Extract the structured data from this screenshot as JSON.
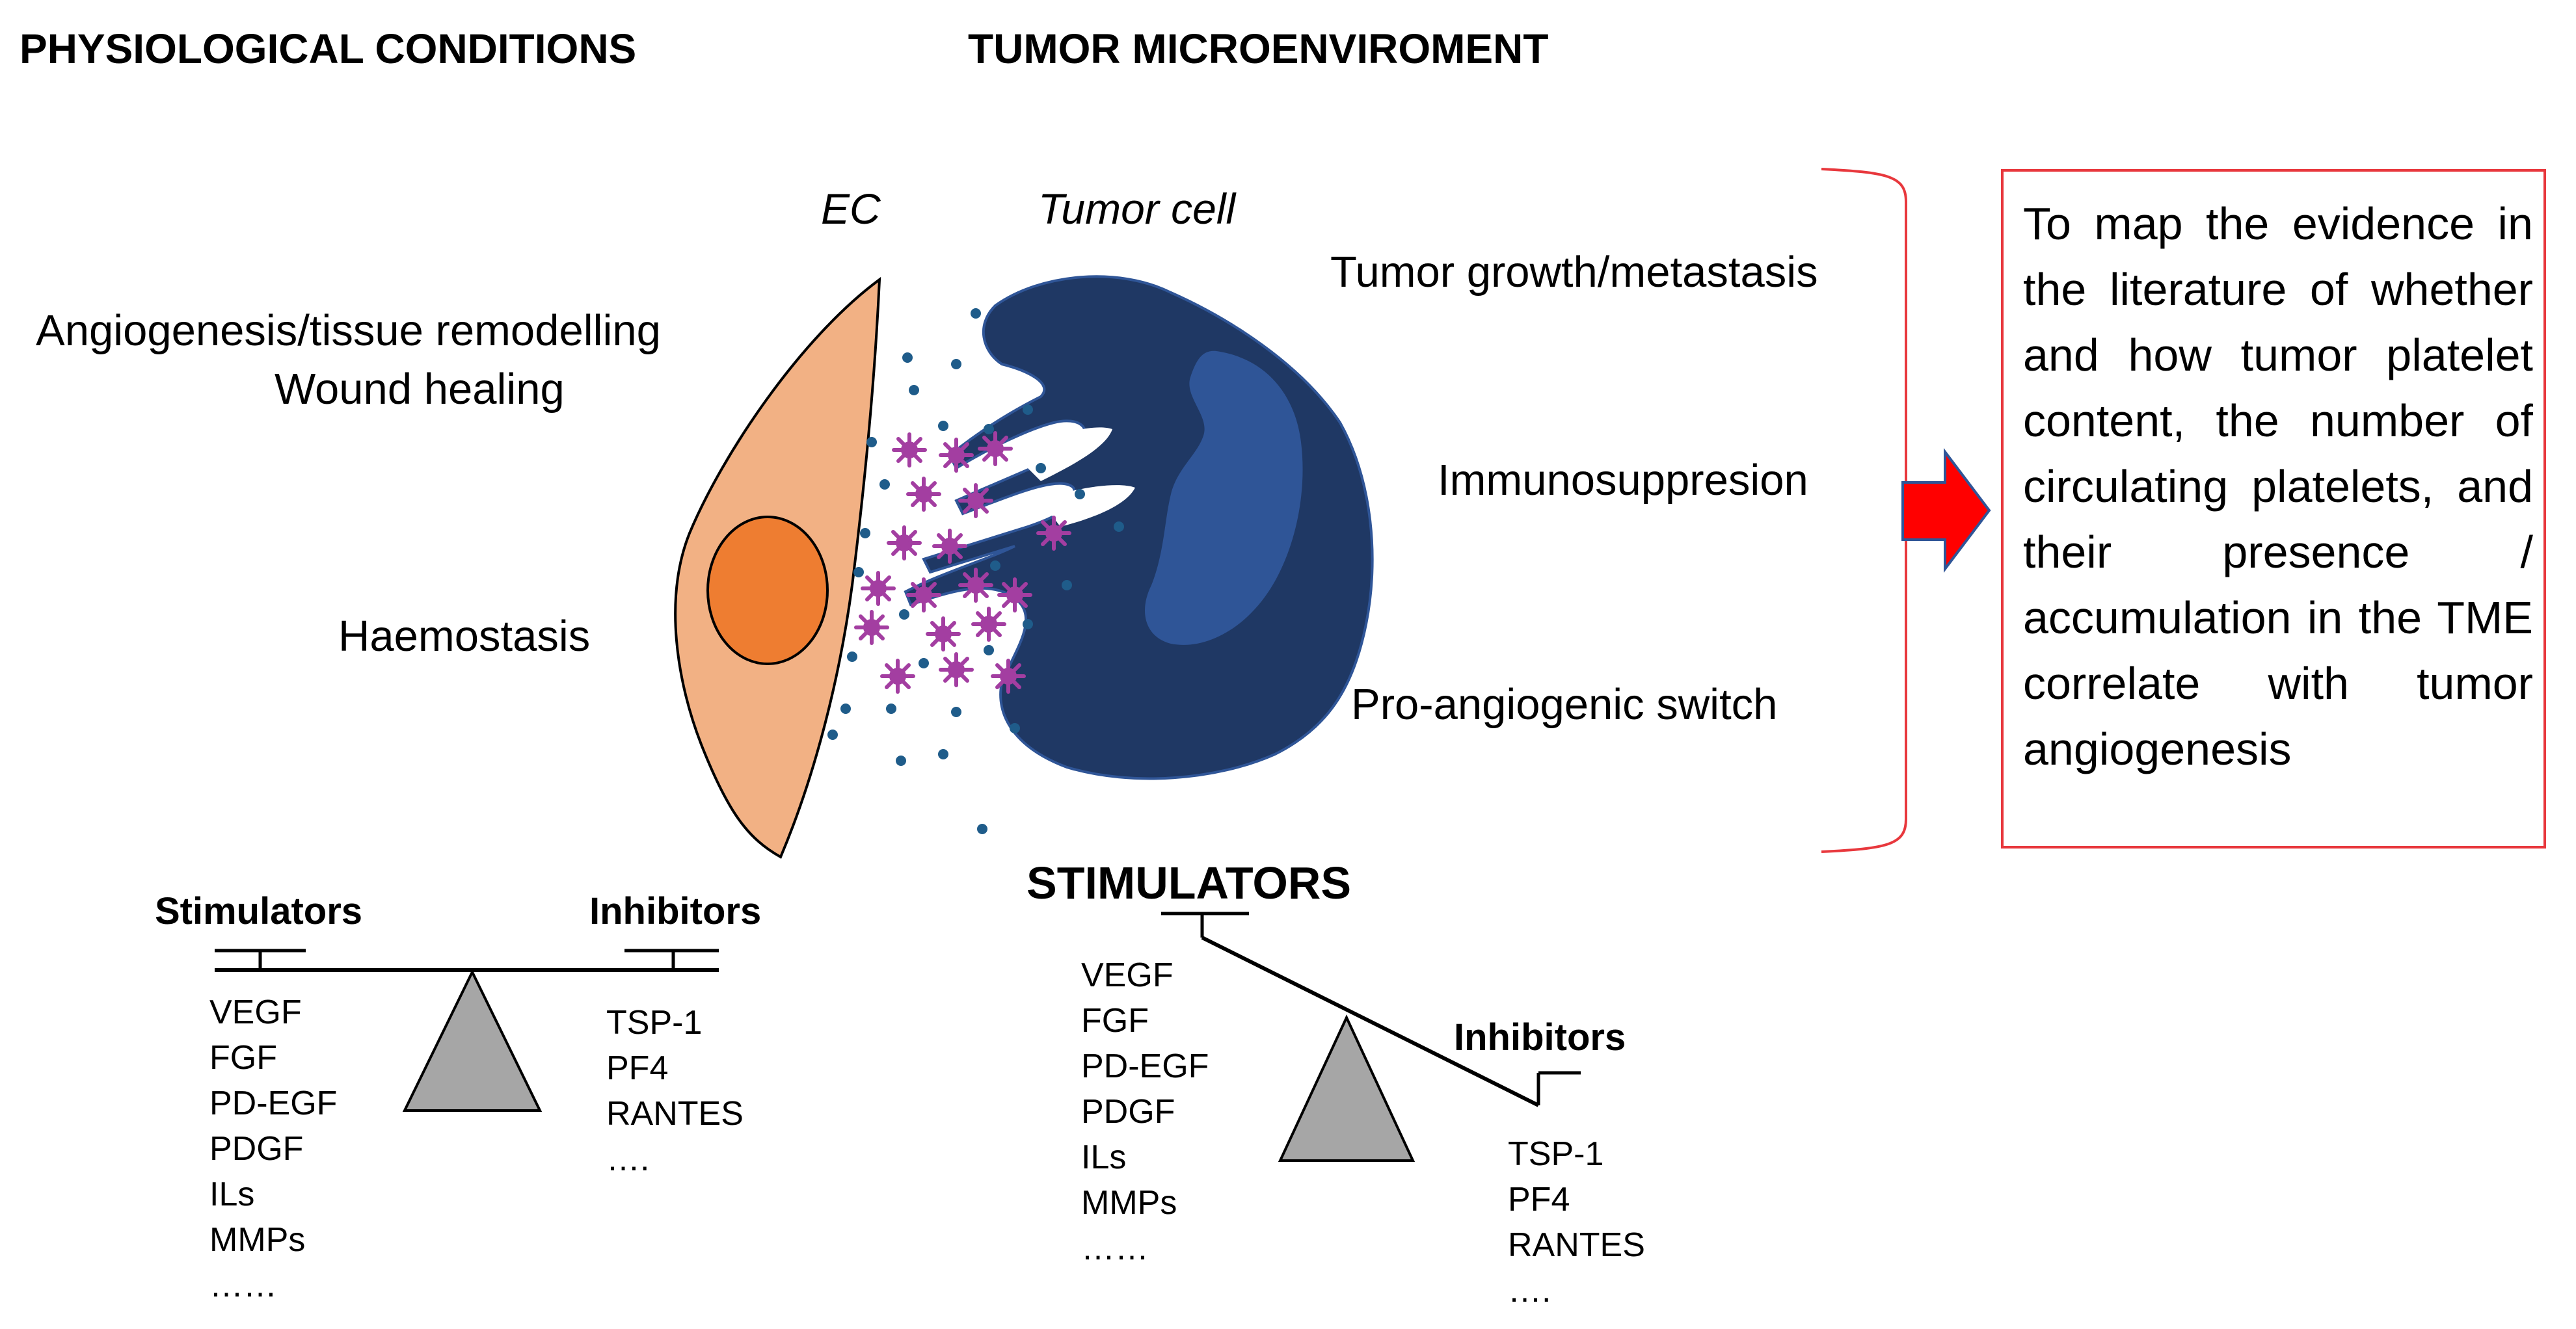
{
  "headers": {
    "physiological": "PHYSIOLOGICAL CONDITIONS",
    "tumor": "TUMOR MICROENVIROMENT"
  },
  "cell_labels": {
    "ec": "EC",
    "tumor_cell": "Tumor cell"
  },
  "physiological_processes": [
    "Angiogenesis/tissue remodelling",
    "Wound healing",
    "Haemostasis"
  ],
  "tumor_processes": [
    "Tumor growth/metastasis",
    "Immunosuppresion",
    "Pro-angiogenic switch"
  ],
  "aim_text": "To map the evidence in the literature of whether and how tumor platelet content, the number of circulating platelets, and their presence / accumulation in the TME correlate with tumor angiogenesis",
  "balance_physiological": {
    "stimulators_label": "Stimulators",
    "inhibitors_label": "Inhibitors",
    "stimulators": [
      "VEGF",
      "FGF",
      "PD-EGF",
      "PDGF",
      "ILs",
      "MMPs",
      "……"
    ],
    "inhibitors": [
      "TSP-1",
      "PF4",
      "RANTES",
      "…."
    ]
  },
  "balance_tumor": {
    "stimulators_label": "STIMULATORS",
    "inhibitors_label": "Inhibitors",
    "stimulators": [
      "VEGF",
      "FGF",
      "PD-EGF",
      "PDGF",
      "ILs",
      "MMPs",
      "……"
    ],
    "inhibitors": [
      "TSP-1",
      "PF4",
      "RANTES",
      "…."
    ]
  },
  "colors": {
    "ec_cell": "#f2b184",
    "ec_nucleus": "#ee7d31",
    "tumor_cell": "#1f3864",
    "tumor_nucleus": "#2f5597",
    "platelet": "#a33ea1",
    "dot": "#1f5c8a",
    "arrow": "#ff0000",
    "bracket": "#e8383d",
    "scale_triangle": "#a6a6a6"
  }
}
